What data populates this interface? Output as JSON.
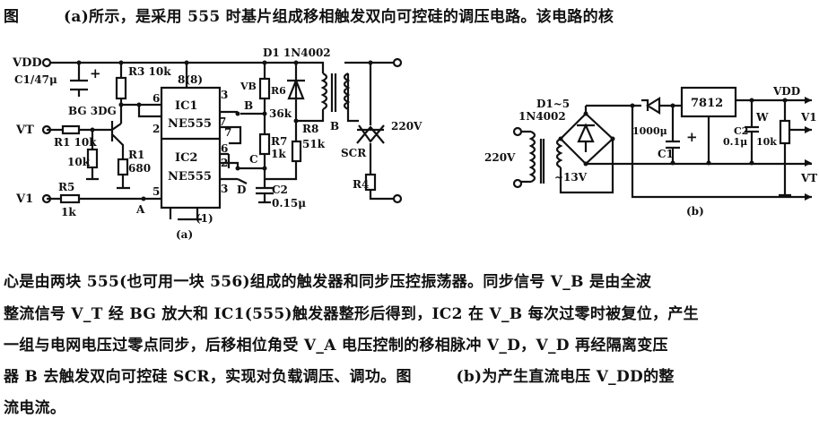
{
  "header_line": "图        (a)所示，是采用 555 时基片组成移相触发双向可控硅的调压电路。该电路的核",
  "paragraph": [
    "心是由两块 555(也可用一块 556)组成的触发器和同步压控振荡器。同步信号 V_B 是由全波",
    "整流信号 V_T 经 BG 放大和 IC1(555)触发器整形后得到，IC2 在 V_B 每次过零时被复位，产生",
    "一组与电网电压过零点同步，后移相位角受 V_A 电压控制的移相脉冲 V_D，V_D 再经隔离变压",
    "器 B 去触发双向可控硅 SCR，实现对负载调压、调功。图        (b)为产生直流电压 V_DD的整",
    "流电流。"
  ],
  "diagram_a": {
    "caption": "(a)",
    "vdd": "VDD",
    "c1": "C1/47μ",
    "plus": "+",
    "r3": "R3 10k",
    "bg": "BG 3DG",
    "vt": "VT",
    "r1": "R1 10k",
    "r10k": "10k",
    "r1b": "R1",
    "r680": "680",
    "v1": "V1",
    "r5": "R5",
    "r5v": "1k",
    "a": "A",
    "pin8": "8(8)",
    "pin6": "6",
    "pin2": "2",
    "pin5": "5",
    "pin3a": "3",
    "pin7a": "7",
    "pin7b": "7",
    "pin6b": "6",
    "pin2b": "2",
    "pin3b": "3",
    "pin1": "(1)",
    "ic1": "IC1",
    "ic1b": "NE555",
    "ic2": "IC2",
    "ic2b": "NE555",
    "b": "B",
    "c": "C",
    "d": "D",
    "vb": "VB",
    "r6": "R6",
    "r6v": "36k",
    "r7": "R7",
    "r7v": "1k",
    "c2": "C2",
    "c2v": "0.15μ",
    "d1": "D1 1N4002",
    "r8": "R8",
    "r8v": "51k",
    "tb": "B",
    "scr": "SCR",
    "r4": "R4",
    "v220": "220V"
  },
  "diagram_b": {
    "caption": "(b)",
    "d15": "D1~5",
    "d1n": "1N4002",
    "v220": "220V",
    "v13": "~13V",
    "c1v": "1000μ",
    "c1": "C1",
    "plus": "+",
    "reg": "7812",
    "vdd": "VDD",
    "w": "W",
    "c2": "C2",
    "c2v": "0.1μ",
    "w10k": "10k",
    "v1": "V1",
    "vt": "VT"
  }
}
